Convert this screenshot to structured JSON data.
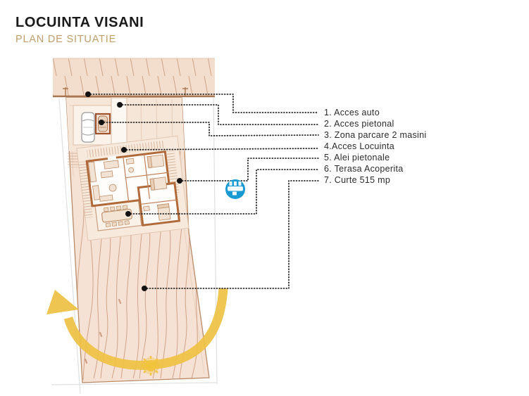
{
  "header": {
    "title": "LOCUINTA VISANI",
    "subtitle": "PLAN DE SITUATIE"
  },
  "legend": {
    "items": [
      "1. Acces auto",
      "2. Acces pietonal",
      "3. Zona parcare 2 masini",
      "4.Acces Locuinta",
      "5. Alei pietonale",
      "6. Terasa Acoperita",
      "7. Curte 515 mp"
    ]
  },
  "icons": {
    "sun_icon": "sun",
    "sun_path_arrow_icon": "curved-sweep-arrow",
    "logo_icon": "blue-circle-logo",
    "leader_dot_icon": "black-dot"
  },
  "colors": {
    "title": "#1a1a1a",
    "subtitle": "#bf9e6a",
    "street_fill": "#f3ddcc",
    "street_edge": "#a9764f",
    "parcel_fill": "#f6e2d4",
    "parcel_edge": "#b98a68",
    "house_wall": "#b06a3a",
    "contour_line": "#c68d6e",
    "sun_arrow": "#eec143",
    "sun": "#f2c43d",
    "logo_blue": "#189ad2",
    "leader": "#222222"
  }
}
